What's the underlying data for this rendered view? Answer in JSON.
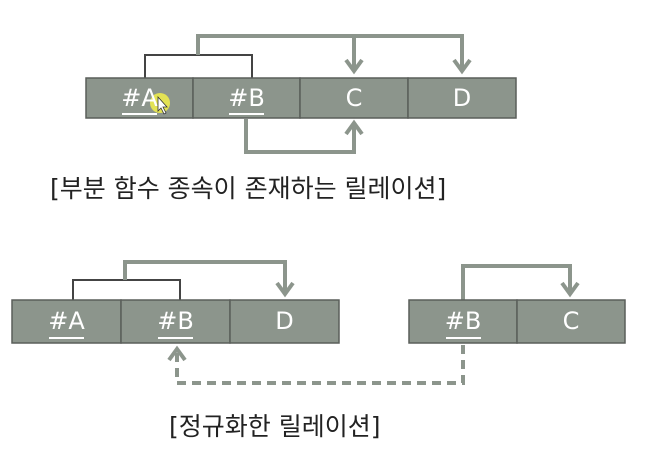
{
  "colors": {
    "cell_fill": "#8c958c",
    "cell_border": "#5a5f5a",
    "arrow": "#8c958c",
    "bracket": "#444444",
    "cursor_highlight": "#f2f04a"
  },
  "relation1": {
    "cells": [
      {
        "label": "#A",
        "key": true
      },
      {
        "label": "#B",
        "key": true
      },
      {
        "label": "C",
        "key": false
      },
      {
        "label": "D",
        "key": false
      }
    ],
    "caption": "[부분 함수 종속이 존재하는 릴레이션]"
  },
  "relation2": {
    "cells": [
      {
        "label": "#A",
        "key": true
      },
      {
        "label": "#B",
        "key": true
      },
      {
        "label": "D",
        "key": false
      }
    ]
  },
  "relation3": {
    "cells": [
      {
        "label": "#B",
        "key": true
      },
      {
        "label": "C",
        "key": false
      }
    ]
  },
  "caption2": "[정규화한 릴레이션]"
}
